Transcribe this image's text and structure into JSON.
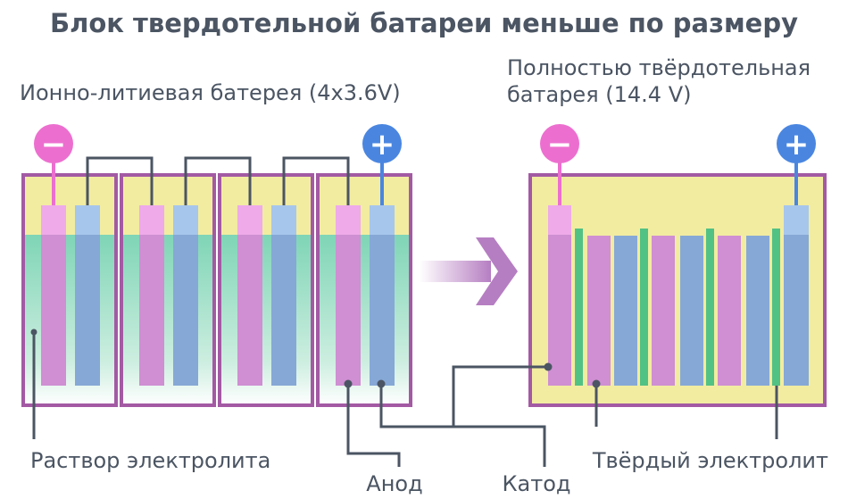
{
  "title": "Блок твердотельной батареи меньше по размеру",
  "liion_label": "Ионно-литиевая батерея (4x3.6V)",
  "solid_label_line1": "Полностью твёрдотельная",
  "solid_label_line2": "батарея (14.4 V)",
  "labels": {
    "electrolyte": "Раствор электролита",
    "anode": "Анод",
    "cathode": "Катод",
    "solid_electrolyte": "Твёрдый электролит"
  },
  "terminals": {
    "minus": "−",
    "plus": "+"
  },
  "colors": {
    "text": "#4b5563",
    "frame": "#a35aa3",
    "electrolyte_top": "#f2eca1",
    "electrolyte_liquid": "#7fd5b6",
    "anode": "#cf8fd2",
    "anode_top": "#eeaae9",
    "cathode": "#86a8d6",
    "cathode_top": "#a7c6ec",
    "solid_electrolyte": "#52c184",
    "minus_terminal": "#ec6fcf",
    "plus_terminal": "#4a86e0",
    "wire": "#4b5563",
    "arrow": "#b67ec2"
  }
}
